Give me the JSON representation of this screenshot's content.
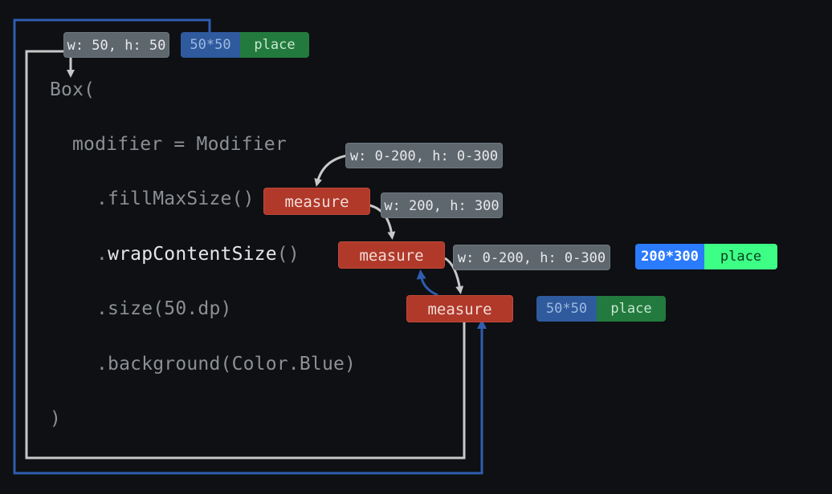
{
  "code": {
    "line1": "Box(",
    "line2": "modifier = Modifier",
    "line3": ".fillMaxSize()",
    "line4_dot": ".",
    "line4_name": "wrapContentSize",
    "line4_paren": "()",
    "line5": ".size(50.dp)",
    "line6": ".background(Color.Blue)",
    "line7": ")"
  },
  "constraints": {
    "top": "w: 50, h: 50",
    "fill_in": "w: 0-200, h: 0-300",
    "wrap_in": "w: 200, h: 300",
    "size_in": "w: 0-200, h: 0-300"
  },
  "measure_label": "measure",
  "results": {
    "top": {
      "size": "50*50",
      "place": "place"
    },
    "wrap": {
      "size": "200*300",
      "place": "place"
    },
    "size": {
      "size": "50*50",
      "place": "place"
    }
  },
  "colors": {
    "outer_line": "#2f5db0",
    "inner_line": "#c8c8c8",
    "measure": "#b0392a",
    "constraint": "#5e666e"
  }
}
